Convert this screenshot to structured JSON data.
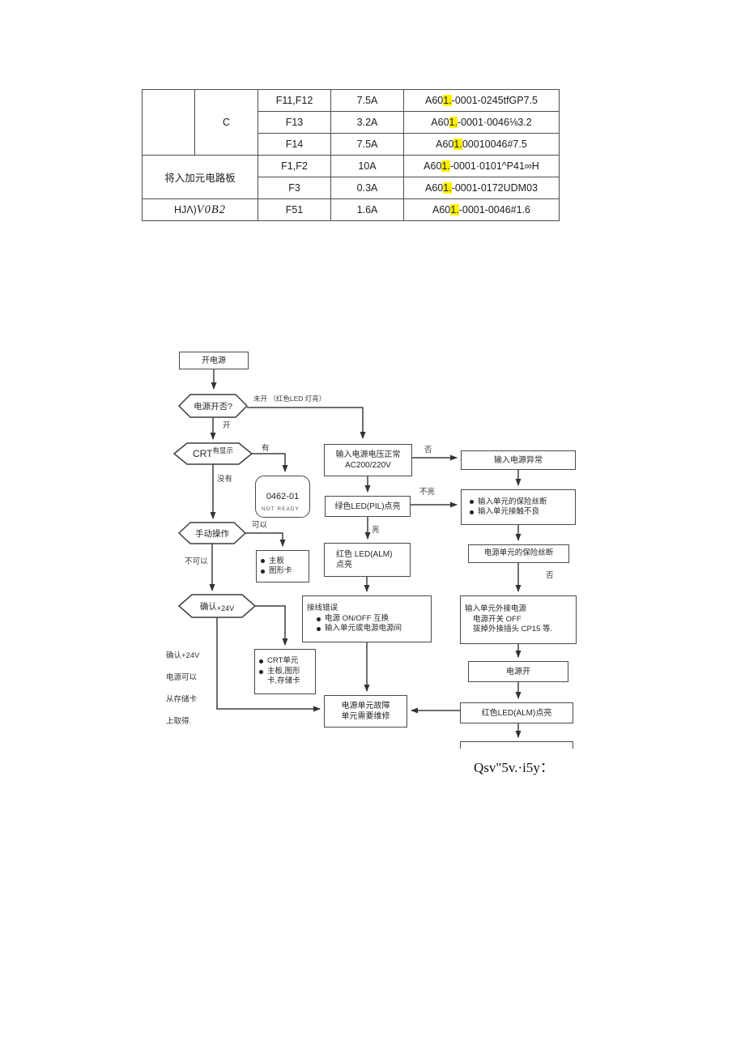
{
  "table": {
    "group_c": "C",
    "group_board": "将入加元电路板",
    "group3_prefix": "HJΛ)",
    "group3_italic": "V0B2",
    "highlight_color": "#fff000",
    "rows": [
      {
        "fuse": "F11,F12",
        "amp": "7.5A",
        "part_pre": "A60",
        "part_hl": "1.",
        "part_rest": "-0001-0245tfGP7.5"
      },
      {
        "fuse": "F13",
        "amp": "3.2A",
        "part_pre": "A60",
        "part_hl": "1.",
        "part_rest": "-0001·0046⅛3.2"
      },
      {
        "fuse": "F14",
        "amp": "7.5A",
        "part_pre": "A60",
        "part_hl": "1.",
        "part_rest": "00010046#7.5"
      },
      {
        "fuse": "F1,F2",
        "amp": "10A",
        "part_pre": "A60",
        "part_hl": "1.",
        "part_rest": "-0001·0101^P41∞H"
      },
      {
        "fuse": "F3",
        "amp": "0.3A",
        "part_pre": "A60",
        "part_hl": "1.",
        "part_rest": "-0001-0172UDM03"
      },
      {
        "fuse": "F51",
        "amp": "1.6A",
        "part_pre": "A60",
        "part_hl": "1.",
        "part_rest": "-0001-0046#1.6"
      }
    ]
  },
  "flow": {
    "start": "开电源",
    "q_power": "电源开否?",
    "lbl_not_on": "未开 （红色LED 灯亮）",
    "lbl_on": "开",
    "q_crt": "CRT",
    "q_crt_sup": "有显示",
    "lbl_yes": "有",
    "lbl_no": "没有",
    "alarm_code": "0462-01",
    "alarm_sub": "NOT READY",
    "q_manual": "手动操作",
    "lbl_can": "可以",
    "lbl_cannot": "不可以",
    "mainboard": {
      "i1": "主板",
      "i2": "图形卡"
    },
    "q_confirm": "确认",
    "q_confirm_sub": "+24V",
    "note": {
      "l1": "确认+24V",
      "l2": "电源可以",
      "l3": "从存储卡",
      "l4": "上取得."
    },
    "crt_unit": {
      "i1": "CRT单元",
      "i2": "主板,图形",
      "i3": "卡,存储卡"
    },
    "fault": {
      "l1": "电源单元故障",
      "l2": "单元需要维修"
    },
    "input_voltage": {
      "l1": "输入电源电压正常",
      "l2": "AC200/220V"
    },
    "lbl_fou1": "否",
    "green_led": "绿色LED(PIL)点亮",
    "lbl_buliang": "不亮",
    "lbl_liang": "亮",
    "red_led_mid": {
      "l1": "红色 LED(ALM)",
      "l2": "点亮"
    },
    "wiring": {
      "l1": "接线错误",
      "i1": "电源 ON/OFF 互换",
      "i2": "输入单元或电源电源间"
    },
    "abnormal": "输入电源异常",
    "input_fuse": {
      "i1": "输入单元的保险丝断",
      "i2": "输入单元接触不良"
    },
    "psu_fuse": "电源单元的保险丝断",
    "lbl_fou2": "否",
    "external": {
      "l1": "输入单元外接电源",
      "l2": "电源开关 OFF",
      "l3": "拔掉外接插头 CP15 等."
    },
    "power_switch_on": "电源开",
    "red_led_right": "红色LED(ALM)点亮"
  },
  "caption": "Qsv\"5v.·i5y："
}
